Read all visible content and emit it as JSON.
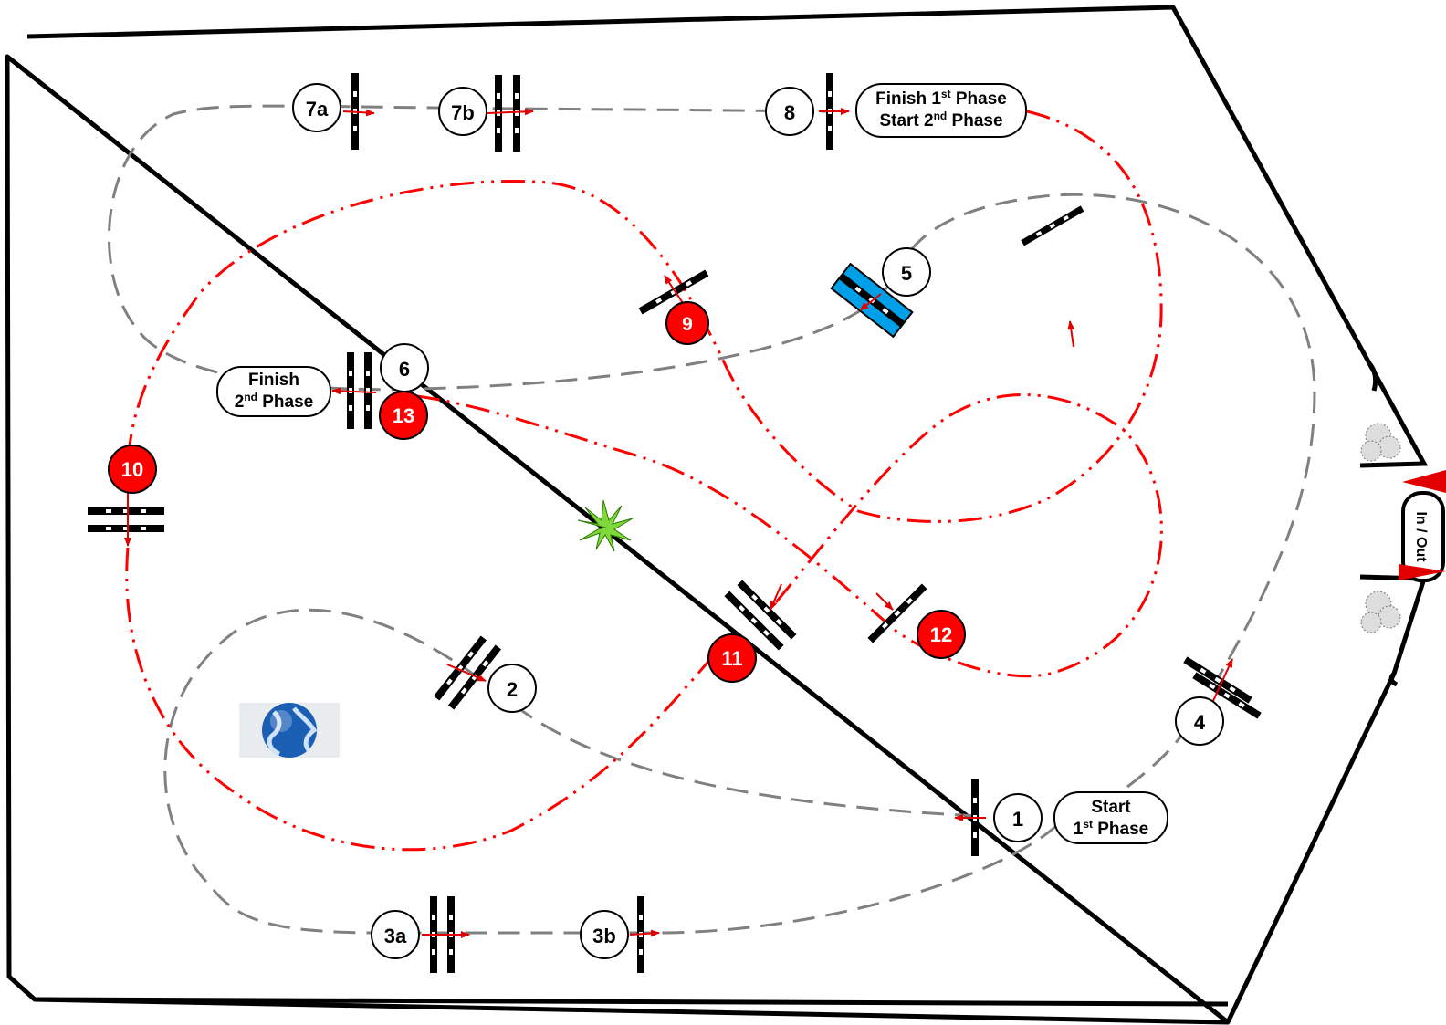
{
  "arena": {
    "in_out_label": "In / Out"
  },
  "fences": [
    {
      "id": "1",
      "label": "1",
      "phase": 1
    },
    {
      "id": "2",
      "label": "2",
      "phase": 1
    },
    {
      "id": "3a",
      "label": "3a",
      "phase": 1
    },
    {
      "id": "3b",
      "label": "3b",
      "phase": 1
    },
    {
      "id": "4",
      "label": "4",
      "phase": 1
    },
    {
      "id": "5",
      "label": "5",
      "phase": 1
    },
    {
      "id": "6",
      "label": "6",
      "phase": 1
    },
    {
      "id": "7a",
      "label": "7a",
      "phase": 1
    },
    {
      "id": "7b",
      "label": "7b",
      "phase": 1
    },
    {
      "id": "8",
      "label": "8",
      "phase": 1
    },
    {
      "id": "9",
      "label": "9",
      "phase": 2
    },
    {
      "id": "10",
      "label": "10",
      "phase": 2
    },
    {
      "id": "11",
      "label": "11",
      "phase": 2
    },
    {
      "id": "12",
      "label": "12",
      "phase": 2
    },
    {
      "id": "13",
      "label": "13",
      "phase": 2
    }
  ],
  "phase_labels": {
    "start_1": {
      "line1": "Start",
      "line2_num": "1",
      "line2_sup": "st",
      "line2_rest": " Phase"
    },
    "finish_1_start_2": {
      "line1_pre": "Finish 1",
      "line1_sup": "st",
      "line1_post": " Phase",
      "line2_pre": "Start 2",
      "line2_sup": "nd",
      "line2_post": " Phase"
    },
    "finish_2": {
      "line1": "Finish",
      "line2_num": "2",
      "line2_sup": "nd",
      "line2_rest": " Phase"
    }
  },
  "colors": {
    "phase1_path": "#808080",
    "phase2_path": "#ff0000",
    "phase2_badge": "#ff0000",
    "water": "#00a0e8",
    "plant": "#7fd83c"
  },
  "icons": [
    "globe-icon",
    "plant-icon",
    "shrub-icon"
  ]
}
